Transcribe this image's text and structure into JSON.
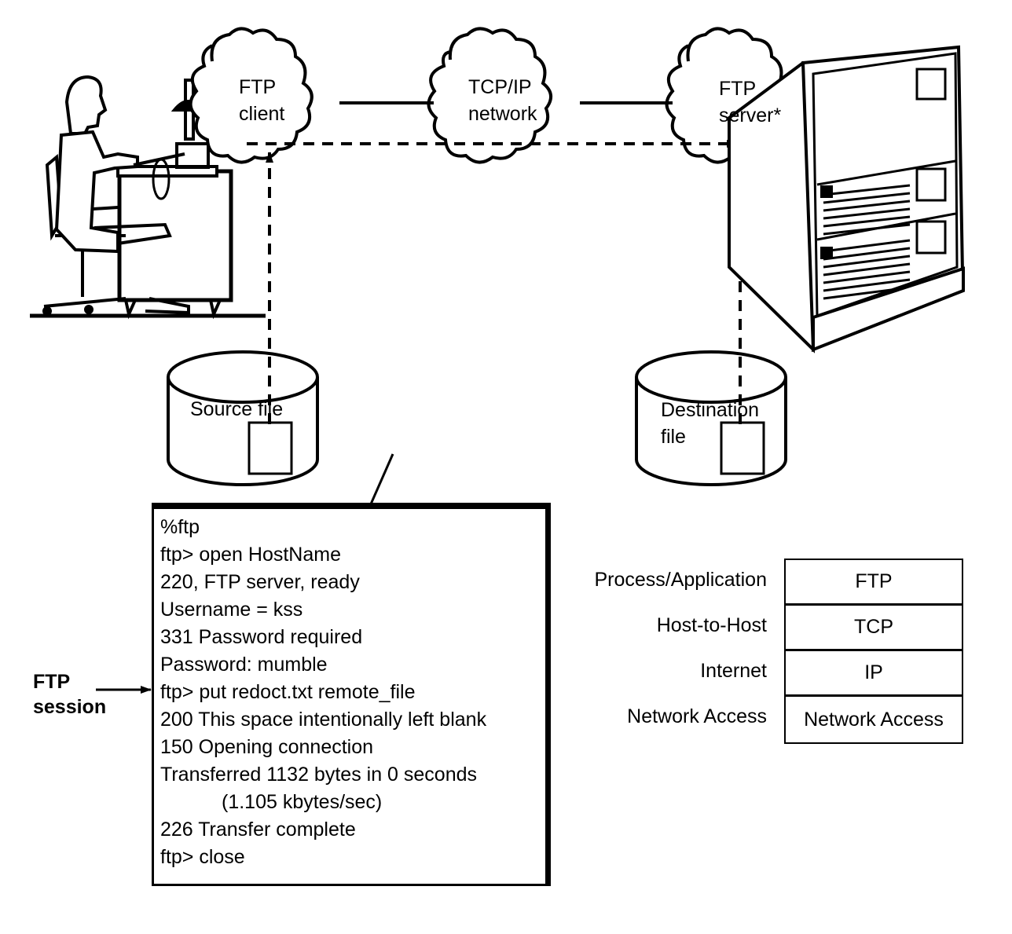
{
  "network": {
    "client_cloud": [
      "FTP",
      "client"
    ],
    "network_cloud": [
      "TCP/IP",
      "network"
    ],
    "server_cloud": [
      "FTP",
      "server*"
    ]
  },
  "storage": {
    "source_label": "Source file",
    "destination_label": [
      "Destination",
      "file"
    ]
  },
  "session": {
    "callout_label": [
      "FTP",
      "session"
    ],
    "lines": [
      "%ftp",
      "ftp> open HostName",
      "220, FTP server, ready",
      "Username = kss",
      "331 Password required",
      "Password: mumble",
      "ftp> put redoct.txt remote_file",
      "200 This space intentionally left blank",
      "150 Opening connection",
      "Transferred 1132 bytes in 0 seconds",
      "(1.105 kbytes/sec)",
      "226 Transfer complete",
      "ftp> close"
    ]
  },
  "protocol_stack": {
    "layers": [
      {
        "name": "Process/Application",
        "protocol": "FTP"
      },
      {
        "name": "Host-to-Host",
        "protocol": "TCP"
      },
      {
        "name": "Internet",
        "protocol": "IP"
      },
      {
        "name": "Network Access",
        "protocol": "Network Access"
      }
    ]
  },
  "colors": {
    "ink": "#000000",
    "paper": "#ffffff"
  }
}
